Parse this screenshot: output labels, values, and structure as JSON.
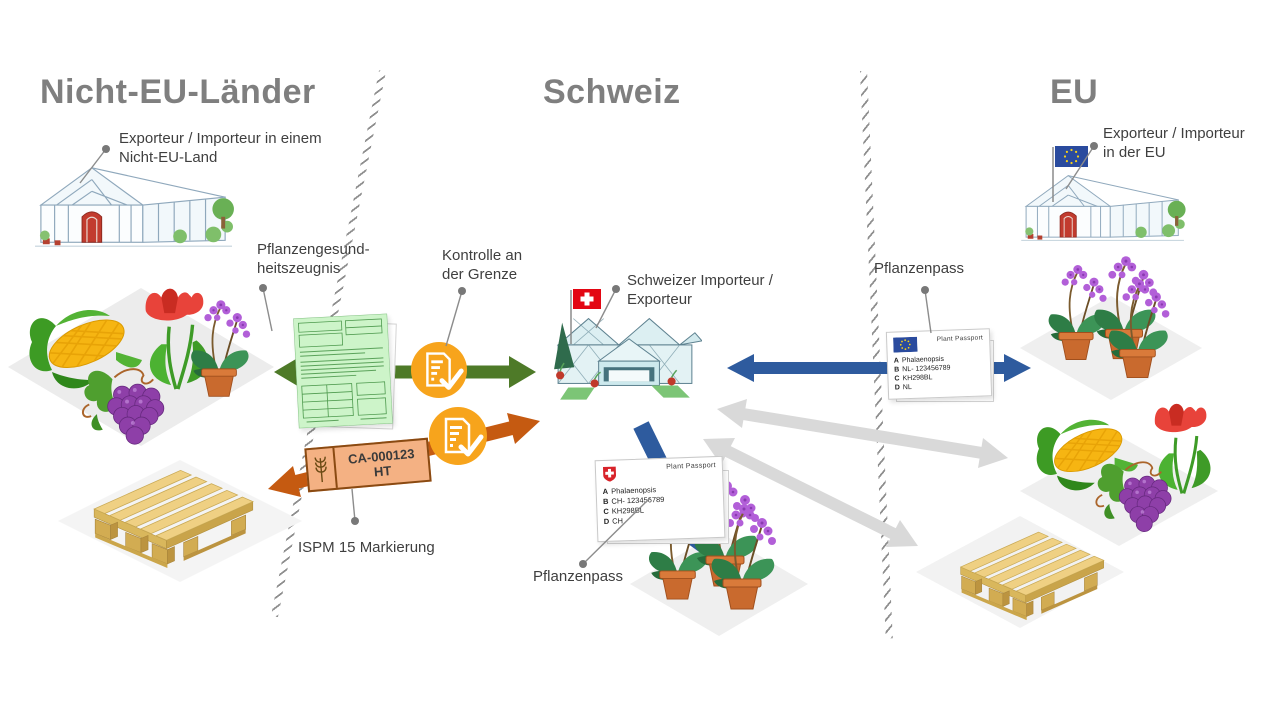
{
  "regions": {
    "non_eu": {
      "label": "Nicht-EU-Länder"
    },
    "ch": {
      "label": "Schweiz"
    },
    "eu": {
      "label": "EU"
    }
  },
  "labels": {
    "non_eu_exporter": {
      "line1": "Exporteur / Importeur in einem",
      "line2": "Nicht-EU-Land"
    },
    "phytosanitary_certificate": {
      "line1": "Pflanzengesund-",
      "line2": "heitszeugnis"
    },
    "border_control": {
      "line1": "Kontrolle an",
      "line2": "der Grenze"
    },
    "swiss_importer": {
      "line1": "Schweizer Importeur /",
      "line2": "Exporteur"
    },
    "ispm15": {
      "line1": "ISPM 15 Markierung"
    },
    "plant_passport_ch": {
      "line1": "Pflanzenpass"
    },
    "plant_passport_eu": {
      "line1": "Pflanzenpass"
    },
    "eu_exporter": {
      "line1": "Exporteur / Importeur",
      "line2": "in der EU"
    }
  },
  "ispm_mark": {
    "code": "CA-000123",
    "treatment": "HT"
  },
  "passports": {
    "ch": {
      "title": "Plant Passport",
      "lines": [
        {
          "key": "A",
          "text": "Phalaenopsis"
        },
        {
          "key": "B",
          "text": "CH- 123456789"
        },
        {
          "key": "C",
          "text": "KH298BL"
        },
        {
          "key": "D",
          "text": "CH"
        }
      ]
    },
    "eu": {
      "title": "Plant Passport",
      "lines": [
        {
          "key": "A",
          "text": "Phalaenopsis"
        },
        {
          "key": "B",
          "text": "NL- 123456789"
        },
        {
          "key": "C",
          "text": "KH298BL"
        },
        {
          "key": "D",
          "text": "NL"
        }
      ]
    }
  },
  "icons": {
    "border_control_badge": "document-check-icon",
    "swiss_flag": "swiss-flag-icon",
    "eu_flag": "eu-flag-icon",
    "wheat": "wheat-icon",
    "pointer": "pointer-dot-icon"
  },
  "colors": {
    "heading": "#7F7F7F",
    "label_text": "#3F3F3F",
    "green_arrow": "#4E7A28",
    "orange_arrow": "#C55A11",
    "blue_arrow": "#2E5B9E",
    "gray_arrow": "#D9D9D9",
    "badge_orange": "#F7A41C",
    "ispm_fill": "#F4B183",
    "ispm_border": "#8A4A12",
    "certificate_green": "#CDF4C9",
    "swiss_red": "#E30613",
    "eu_blue": "#2A4B9E",
    "star_yellow": "#F7D117"
  }
}
